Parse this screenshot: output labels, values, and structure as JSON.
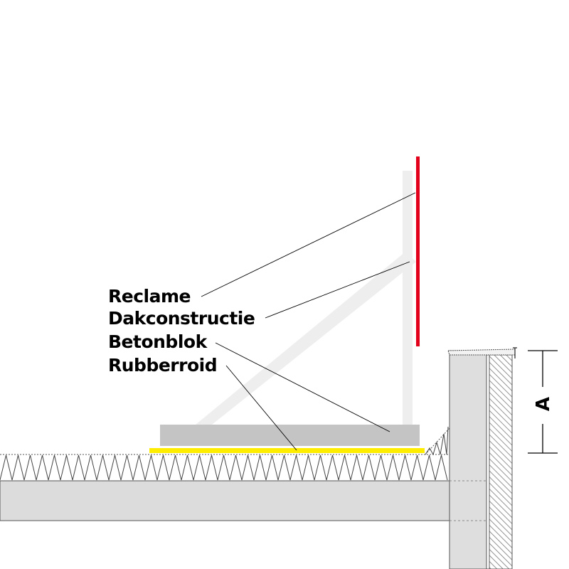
{
  "labels": {
    "reclame": "Reclame",
    "dakconstructie": "Dakconstructie",
    "betonblok": "Betonblok",
    "rubberroid": "Rubberroid"
  },
  "dimension": {
    "label": "A"
  },
  "colors": {
    "sign": "#e2001a",
    "rubberroid": "#ffed00",
    "frame": "#eeeeee",
    "concrete_block": "#c4c4c4",
    "roof_slab": "#dcdcdc",
    "wall": "#dedede",
    "leader": "#000000"
  }
}
